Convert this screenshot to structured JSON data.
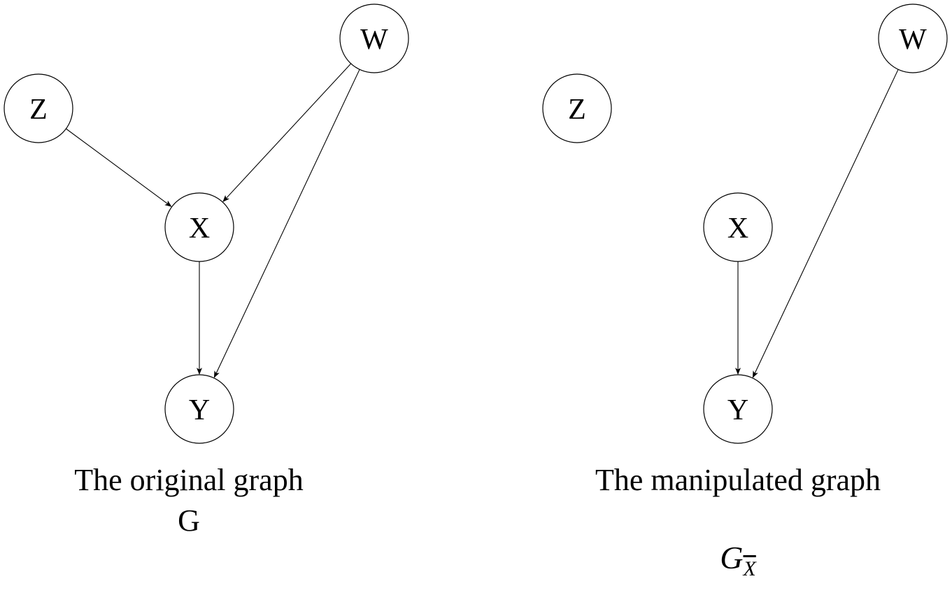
{
  "graphs": [
    {
      "id": "original",
      "caption_title": "The original graph",
      "caption_symbol": "G",
      "nodes": [
        {
          "id": "Z",
          "label": "Z"
        },
        {
          "id": "W",
          "label": "W"
        },
        {
          "id": "X",
          "label": "X"
        },
        {
          "id": "Y",
          "label": "Y"
        }
      ],
      "edges": [
        {
          "from": "Z",
          "to": "X"
        },
        {
          "from": "W",
          "to": "X"
        },
        {
          "from": "W",
          "to": "Y"
        },
        {
          "from": "X",
          "to": "Y"
        }
      ]
    },
    {
      "id": "manipulated",
      "caption_title": "The manipulated graph",
      "caption_symbol": "G",
      "caption_symbol_subscript": "X",
      "nodes": [
        {
          "id": "Z",
          "label": "Z"
        },
        {
          "id": "W",
          "label": "W"
        },
        {
          "id": "X",
          "label": "X"
        },
        {
          "id": "Y",
          "label": "Y"
        }
      ],
      "edges": [
        {
          "from": "W",
          "to": "Y"
        },
        {
          "from": "X",
          "to": "Y"
        }
      ]
    }
  ]
}
